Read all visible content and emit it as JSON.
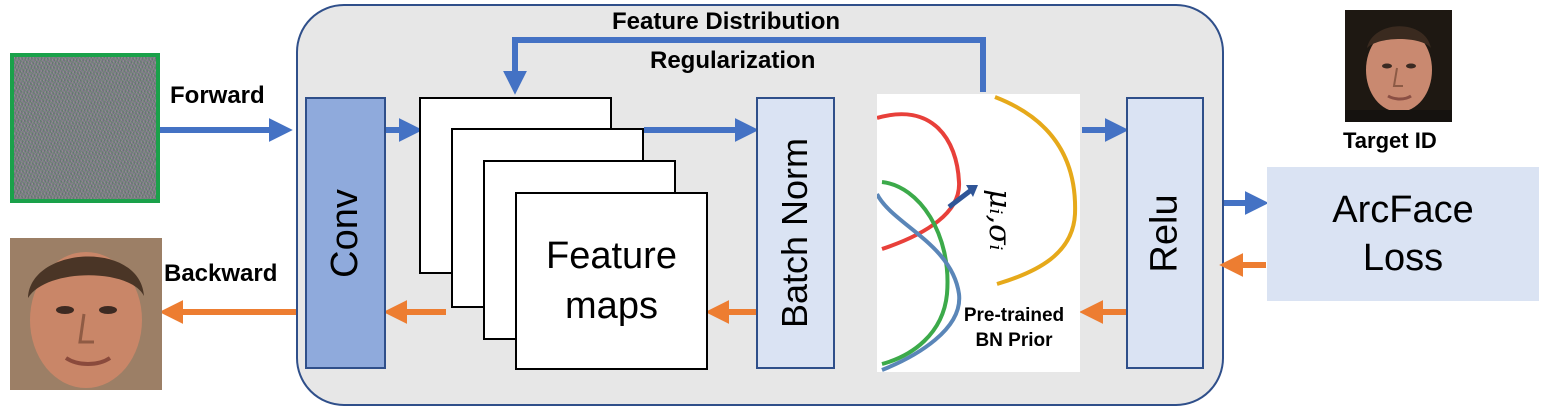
{
  "labels": {
    "forward": "Forward",
    "backward": "Backward",
    "fdr_line1": "Feature Distribution",
    "fdr_line2": "Regularization",
    "conv": "Conv",
    "feature_maps_line1": "Feature",
    "feature_maps_line2": "maps",
    "batch_norm": "Batch Norm",
    "relu": "Relu",
    "bn_prior_line1": "Pre-trained",
    "bn_prior_line2": "BN Prior",
    "mu_sigma": "μᵢ,σᵢ",
    "target_id": "Target ID",
    "arcface_line1": "ArcFace",
    "arcface_line2": "Loss"
  },
  "colors": {
    "forward_arrow": "#4472c4",
    "backward_arrow": "#ed7d31",
    "conv_fill": "#8faadc",
    "bn_fill": "#dae3f3",
    "panel_fill": "#e7e7e7",
    "noise_border": "#1aa14a",
    "curve_red": "#e8403a",
    "curve_green": "#3caa4a",
    "curve_blue": "#5a86b8",
    "curve_yellow": "#e6a91a"
  }
}
